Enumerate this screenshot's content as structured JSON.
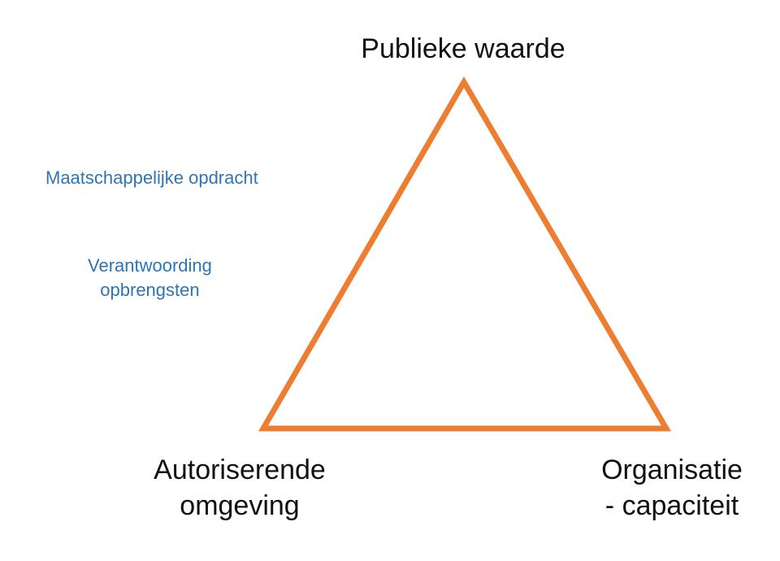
{
  "diagram": {
    "nodes": {
      "top": {
        "lines": [
          "Publieke waarde"
        ]
      },
      "left": {
        "lines": [
          "Autoriserende",
          "omgeving"
        ]
      },
      "right": {
        "lines": [
          "Organisatie",
          "- capaciteit"
        ]
      }
    },
    "side_labels": [
      {
        "lines": [
          "Maatschappelijke opdracht"
        ]
      },
      {
        "lines": [
          "Verantwoording",
          "opbrengsten"
        ]
      }
    ],
    "colors": {
      "triangle_stroke": "#ed7d31",
      "node_text": "#111111",
      "side_label_text": "#2e75b6"
    }
  }
}
